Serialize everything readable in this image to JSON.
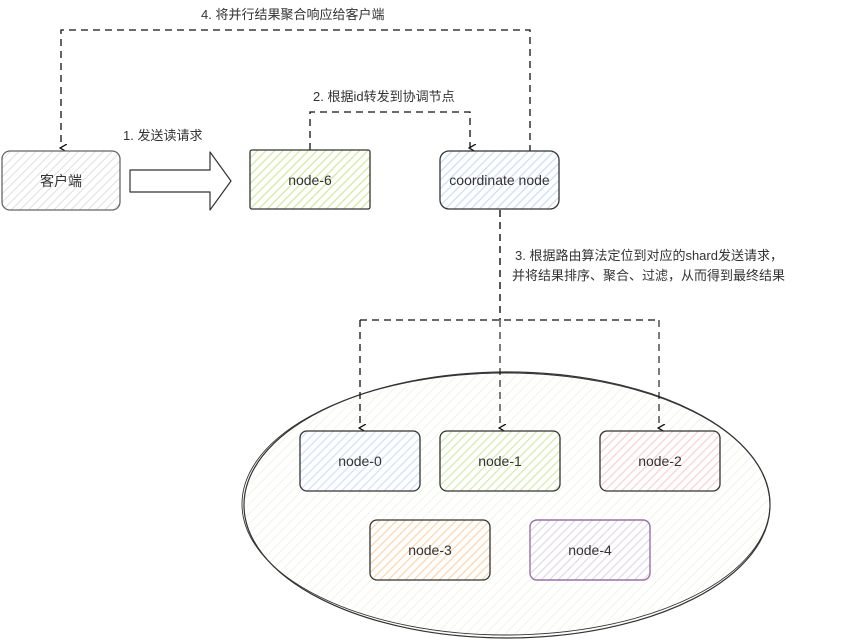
{
  "labels": {
    "step1": "1. 发送读请求",
    "step2": "2. 根据id转发到协调节点",
    "step3_line1": "3. 根据路由算法定位到对应的shard发送请求，",
    "step3_line2": "并将结果排序、聚合、过滤，从而得到最终结果",
    "step4": "4. 将并行结果聚合响应给客户端"
  },
  "nodes": {
    "client": {
      "label": "客户端",
      "fill": "#f5f5f5",
      "stroke": "#666666"
    },
    "node6": {
      "label": "node-6",
      "fill": "#e3f2c6",
      "stroke": "#333333"
    },
    "coordinate": {
      "label": "coordinate node",
      "fill": "#dbe8f8",
      "stroke": "#333333"
    },
    "node0": {
      "label": "node-0",
      "fill": "#dae8fc",
      "stroke": "#333333"
    },
    "node1": {
      "label": "node-1",
      "fill": "#d5e8b4",
      "stroke": "#333333"
    },
    "node2": {
      "label": "node-2",
      "fill": "#f8cecc",
      "stroke": "#333333"
    },
    "node3": {
      "label": "node-3",
      "fill": "#fad7ac",
      "stroke": "#333333"
    },
    "node4": {
      "label": "node-4",
      "fill": "#e1d5e7",
      "stroke": "#9673a6"
    }
  },
  "cluster": {
    "fill": "#f9f9f3",
    "stroke": "#333333"
  }
}
